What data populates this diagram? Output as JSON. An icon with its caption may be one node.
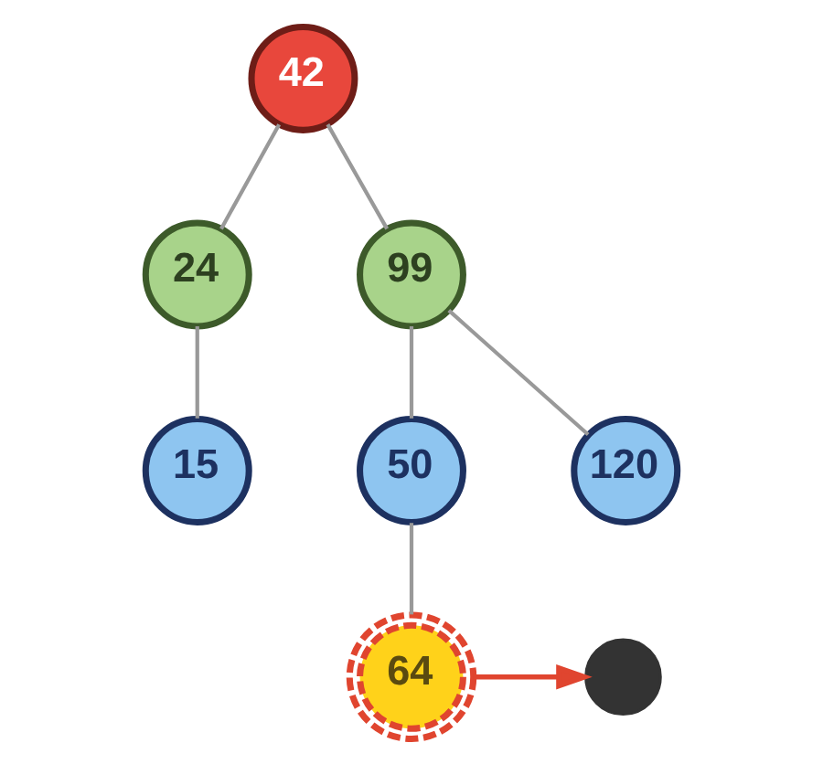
{
  "diagram": {
    "nodes": [
      {
        "text": [
          "42"
        ]
      },
      {
        "text": [
          "24"
        ]
      },
      {
        "text": [
          "99"
        ]
      },
      {
        "text": [
          "15"
        ]
      },
      {
        "text": [
          "50"
        ]
      },
      {
        "text": [
          "120"
        ]
      },
      {
        "text": [
          "64"
        ]
      },
      {
        "text": [],
        "shape": "circle"
      }
    ],
    "edges": [
      {
        "from": 0,
        "to": 1,
        "arrow": "none"
      },
      {
        "from": 0,
        "to": 2,
        "arrow": "none"
      },
      {
        "from": 1,
        "to": 3,
        "arrow": "none"
      },
      {
        "from": 2,
        "to": 4,
        "arrow": "none"
      },
      {
        "from": 2,
        "to": 5,
        "arrow": "none"
      },
      {
        "from": 4,
        "to": 6,
        "arrow": "none"
      },
      {
        "from": 6,
        "to": 7,
        "arrow": "to",
        "color": "#e0452f"
      }
    ]
  }
}
